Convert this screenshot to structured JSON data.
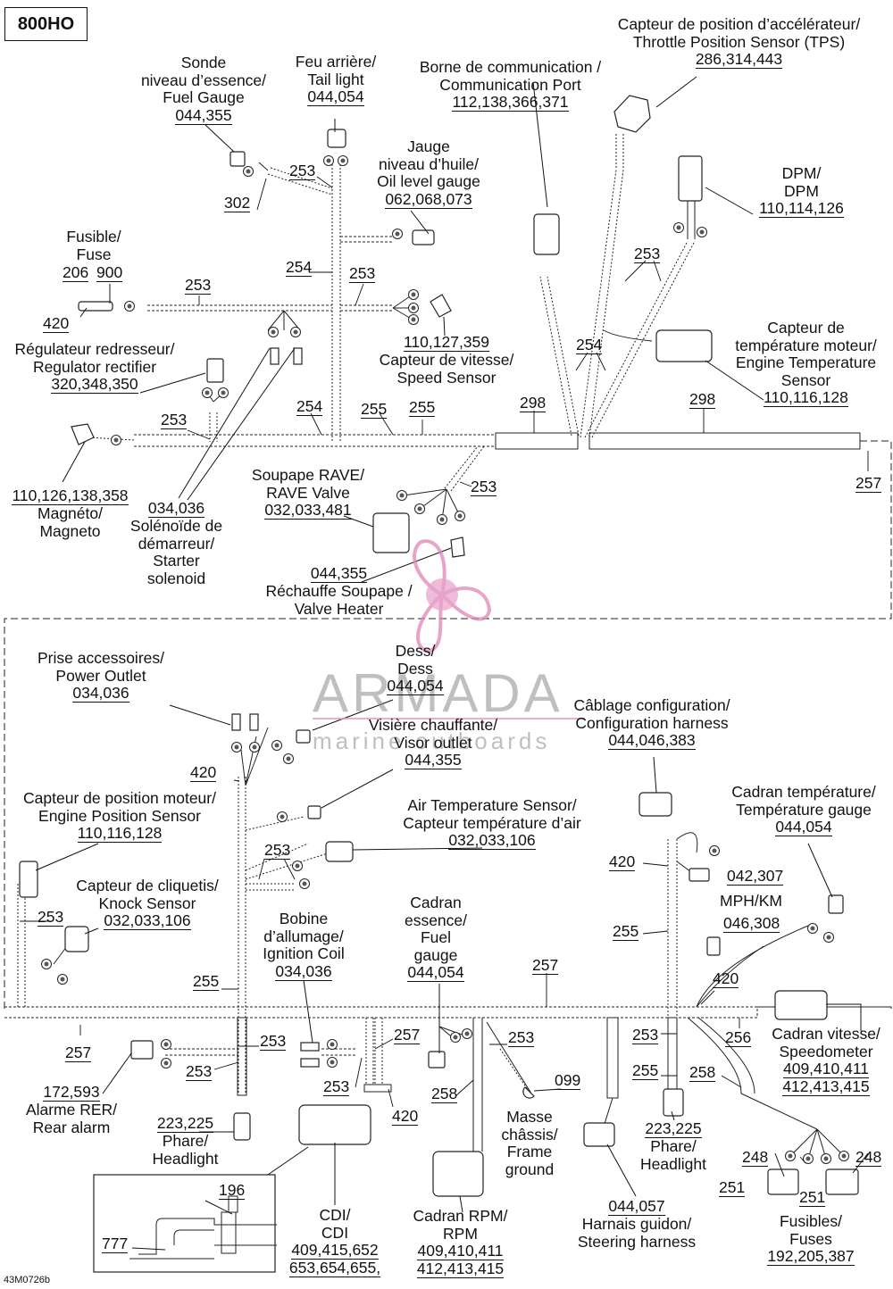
{
  "title": {
    "model": "800HO",
    "ref_code": "43M0726b"
  },
  "watermark": {
    "brand": "ARMADA",
    "sub": "marine outboards",
    "accent": "#e085b8",
    "gray": "#8b8b8b"
  },
  "labels": {
    "tps": {
      "l1": "Capteur de position d’accélérateur/",
      "l2": "Throttle Position Sensor (TPS)",
      "n": "286,314,443"
    },
    "comport": {
      "l1": "Borne de communication /",
      "l2": "Communication Port",
      "n": "112,138,366,371"
    },
    "tail": {
      "l1": "Feu arrière/",
      "l2": "Tail light",
      "n": "044,054"
    },
    "fuelgauge": {
      "l1": "Sonde",
      "l2": "niveau d’essence/",
      "l3": "Fuel Gauge",
      "n": "044,355"
    },
    "oil": {
      "l1": "Jauge",
      "l2": "niveau d’huile/",
      "l3": "Oil level gauge",
      "n": "062,068,073"
    },
    "dpm": {
      "l1": "DPM/",
      "l2": "DPM",
      "n": "110,114,126"
    },
    "fuse": {
      "l1": "Fusible/",
      "l2": "Fuse",
      "n1": "206",
      "n2": "900",
      "n3": "420"
    },
    "speedsensor": {
      "n": "110,127,359",
      "l1": "Capteur de vitesse/",
      "l2": "Speed Sensor"
    },
    "enginetemp": {
      "l1": "Capteur de",
      "l2": "température moteur/",
      "l3": "Engine Temperature",
      "l4": "Sensor",
      "n": "110,116,128"
    },
    "regulator": {
      "l1": "Régulateur redresseur/",
      "l2": "Regulator rectifier",
      "n": "320,348,350"
    },
    "magneto": {
      "n": "110,126,138,358",
      "l1": "Magnéto/",
      "l2": "Magneto"
    },
    "starter": {
      "n": "034,036",
      "l1": "Solénoïde de",
      "l2": "démarreur/",
      "l3": "Starter",
      "l4": "solenoid"
    },
    "rave": {
      "l1": "Soupape RAVE/",
      "l2": "RAVE Valve",
      "n": "032,033,481"
    },
    "valveheater": {
      "n": "044,355",
      "l1": "Réchauffe Soupape /",
      "l2": "Valve Heater"
    },
    "poweroutlet": {
      "l1": "Prise accessoires/",
      "l2": "Power Outlet",
      "n": "034,036"
    },
    "dess": {
      "l1": "Dess/",
      "l2": "Dess",
      "n": "044,054"
    },
    "config": {
      "l1": "Câblage configuration/",
      "l2": "Configuration harness",
      "n": "044,046,383"
    },
    "visor": {
      "l1": "Visière chauffante/",
      "l2": "Visor outlet",
      "n": "044,355"
    },
    "enginepos": {
      "l1": "Capteur de position moteur/",
      "l2": "Engine Position Sensor",
      "n": "110,116,128"
    },
    "airtemp": {
      "l1": "Air Temperature Sensor/",
      "l2": "Capteur température d’air",
      "n": "032,033,106"
    },
    "tempgauge": {
      "l1": "Cadran température/",
      "l2": "Température gauge",
      "n": "044,054"
    },
    "knock": {
      "l1": "Capteur de cliquetis/",
      "l2": "Knock Sensor",
      "n": "032,033,106"
    },
    "mph": {
      "n1": "042,307",
      "l": "MPH/KM",
      "n2": "046,308"
    },
    "ignition": {
      "l1": "Bobine",
      "l2": "d’allumage/",
      "l3": "Ignition Coil",
      "n": "034,036"
    },
    "fuelgauge2": {
      "l1": "Cadran",
      "l2": "essence/",
      "l3": "Fuel",
      "l4": "gauge",
      "n": "044,054"
    },
    "speedometer": {
      "l1": "Cadran vitesse/",
      "l2": "Speedometer",
      "n1": "409,410,411",
      "n2": "412,413,415"
    },
    "rearalarm": {
      "n": "172,593",
      "l1": "Alarme RER/",
      "l2": "Rear alarm"
    },
    "headlight1": {
      "n": "223,225",
      "l1": "Phare/",
      "l2": "Headlight"
    },
    "headlight2": {
      "n": "223,225",
      "l1": "Phare/",
      "l2": "Headlight"
    },
    "ground": {
      "n": "099",
      "l1": "Masse",
      "l2": "châssis/",
      "l3": "Frame",
      "l4": "ground"
    },
    "cdi": {
      "l1": "CDI/",
      "l2": "CDI",
      "n1": "409,415,652",
      "n2": "653,654,655,"
    },
    "rpm": {
      "l1": "Cadran RPM/",
      "l2": "RPM",
      "n1": "409,410,411",
      "n2": "412,413,415"
    },
    "steering": {
      "n": "044,057",
      "l1": "Harnais guidon/",
      "l2": "Steering harness"
    },
    "fuses": {
      "n1": "248",
      "n2": "248",
      "n3": "251",
      "n4": "251",
      "l1": "Fusibles/",
      "l2": "Fuses",
      "n": "192,205,387"
    },
    "inset": {
      "n1": "196",
      "n2": "777"
    }
  },
  "wire_refs": {
    "r253a": "253",
    "r302": "302",
    "r253b": "253",
    "r253c": "253",
    "r254a": "254",
    "r253d": "253",
    "r254b": "254",
    "r255a": "255",
    "r255b": "255",
    "r298a": "298",
    "r298b": "298",
    "r254c": "254",
    "r253e": "253",
    "r253f": "253",
    "r257a": "257",
    "r420a": "420",
    "r253g": "253",
    "r253h": "253",
    "r255c": "255",
    "r420b": "420",
    "r255d": "255",
    "r420c": "420",
    "r257b": "257",
    "r256": "256",
    "r257c": "257",
    "r253i": "253",
    "r253j": "253",
    "r257d": "257",
    "r253k": "253",
    "r253l": "253",
    "r258a": "258",
    "r420d": "420",
    "r253m": "253",
    "r255e": "255",
    "r258b": "258"
  }
}
